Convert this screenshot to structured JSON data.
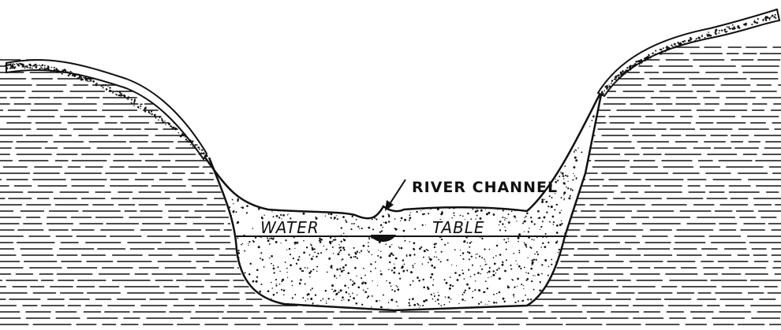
{
  "labels": {
    "river_channel": "RIVER CHANNEL",
    "water": "WATER",
    "table": "TABLE"
  },
  "colors": {
    "ink": "#111111",
    "paper": "#ffffff"
  }
}
